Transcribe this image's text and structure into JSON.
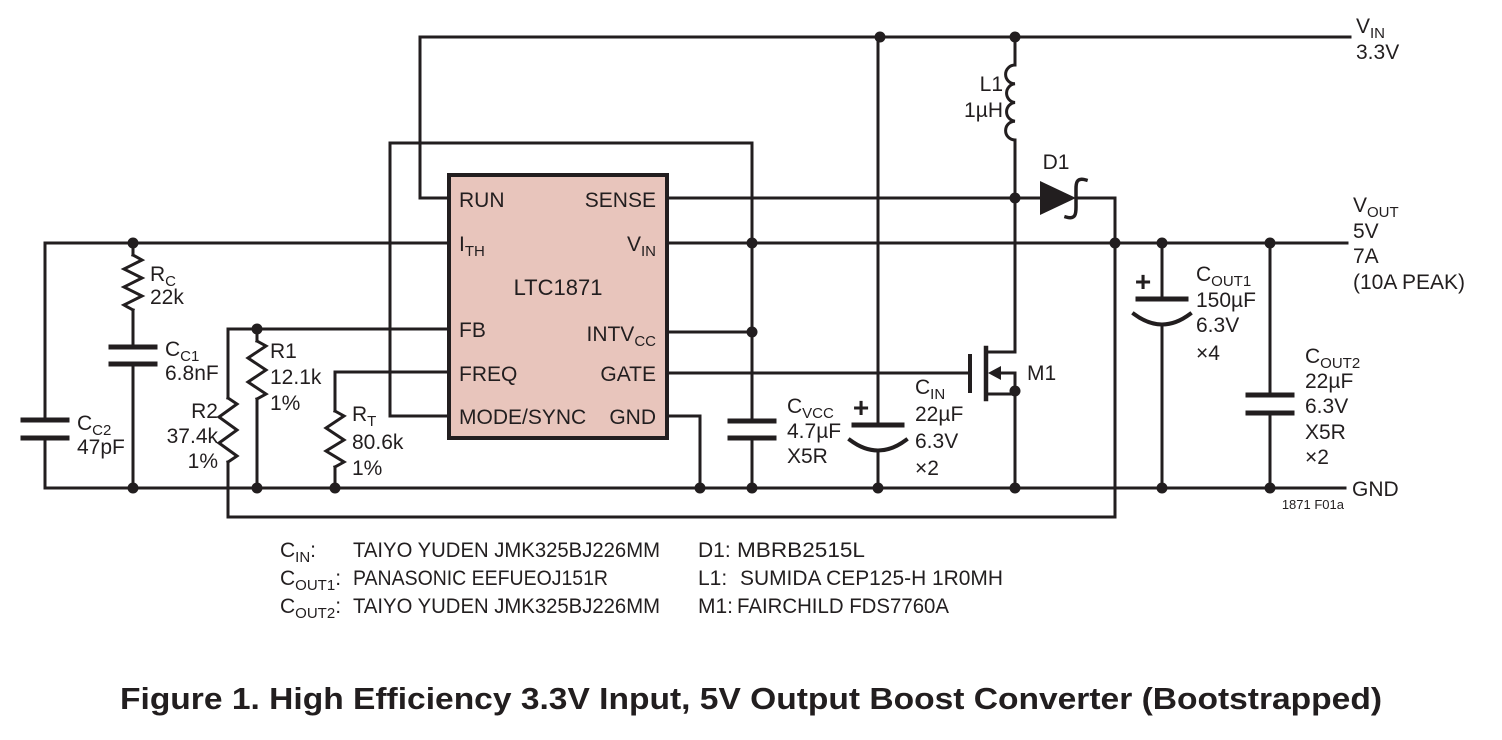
{
  "title": "Figure 1. High Efficiency 3.3V Input, 5V Output Boost Converter (Bootstrapped)",
  "fig_code": "1871 F01a",
  "ic": {
    "part": "LTC1871",
    "pins_left": [
      {
        "label": "RUN"
      },
      {
        "main": "I",
        "sub": "TH"
      },
      {
        "label": "FB"
      },
      {
        "label": "FREQ"
      },
      {
        "label": "MODE/SYNC"
      }
    ],
    "pins_right": [
      {
        "label": "SENSE"
      },
      {
        "main": "V",
        "sub": "IN"
      },
      {
        "main": "INTV",
        "sub": "CC"
      },
      {
        "label": "GATE"
      },
      {
        "label": "GND"
      }
    ]
  },
  "rails": {
    "vin": {
      "main": "V",
      "sub": "IN",
      "value": "3.3V"
    },
    "vout": {
      "main": "V",
      "sub": "OUT",
      "line1": "5V",
      "line2": "7A",
      "line3": "(10A PEAK)"
    },
    "gnd": {
      "label": "GND"
    }
  },
  "components": {
    "rc": {
      "main": "R",
      "sub": "C",
      "value": "22k"
    },
    "cc1": {
      "main": "C",
      "sub": "C1",
      "value": "6.8nF"
    },
    "cc2": {
      "main": "C",
      "sub": "C2",
      "value": "47pF"
    },
    "r1": {
      "name": "R1",
      "value": "12.1k",
      "tol": "1%"
    },
    "r2": {
      "name": "R2",
      "value": "37.4k",
      "tol": "1%"
    },
    "rt": {
      "main": "R",
      "sub": "T",
      "value": "80.6k",
      "tol": "1%"
    },
    "l1": {
      "name": "L1",
      "value": "1µH"
    },
    "d1": {
      "name": "D1"
    },
    "m1": {
      "name": "M1"
    },
    "cvcc": {
      "main": "C",
      "sub": "VCC",
      "line1": "4.7µF",
      "line2": "X5R"
    },
    "cin": {
      "main": "C",
      "sub": "IN",
      "plus": "+",
      "line1": "22µF",
      "line2": "6.3V",
      "line3": "×2"
    },
    "cout1": {
      "main": "C",
      "sub": "OUT1",
      "plus": "+",
      "line1": "150µF",
      "line2": "6.3V",
      "line3": "×4"
    },
    "cout2": {
      "main": "C",
      "sub": "OUT2",
      "line1": "22µF",
      "line2": "6.3V",
      "line3": "X5R",
      "line4": "×2"
    }
  },
  "notes": {
    "left": [
      {
        "ref_main": "C",
        "ref_sub": "IN",
        "colon": ":",
        "value": "TAIYO YUDEN JMK325BJ226MM"
      },
      {
        "ref_main": "C",
        "ref_sub": "OUT1",
        "colon": ":",
        "value": "PANASONIC EEFUEOJ151R"
      },
      {
        "ref_main": "C",
        "ref_sub": "OUT2",
        "colon": ":",
        "value": "TAIYO YUDEN JMK325BJ226MM"
      }
    ],
    "right": [
      {
        "ref": "D1:",
        "value": "MBRB2515L"
      },
      {
        "ref": "L1:",
        "value": "SUMIDA CEP125-H 1R0MH"
      },
      {
        "ref": "M1:",
        "value": "FAIRCHILD FDS7760A"
      }
    ]
  },
  "colors": {
    "ic_fill": "#e8c5bc",
    "line": "#221e1f",
    "background": "#ffffff"
  }
}
